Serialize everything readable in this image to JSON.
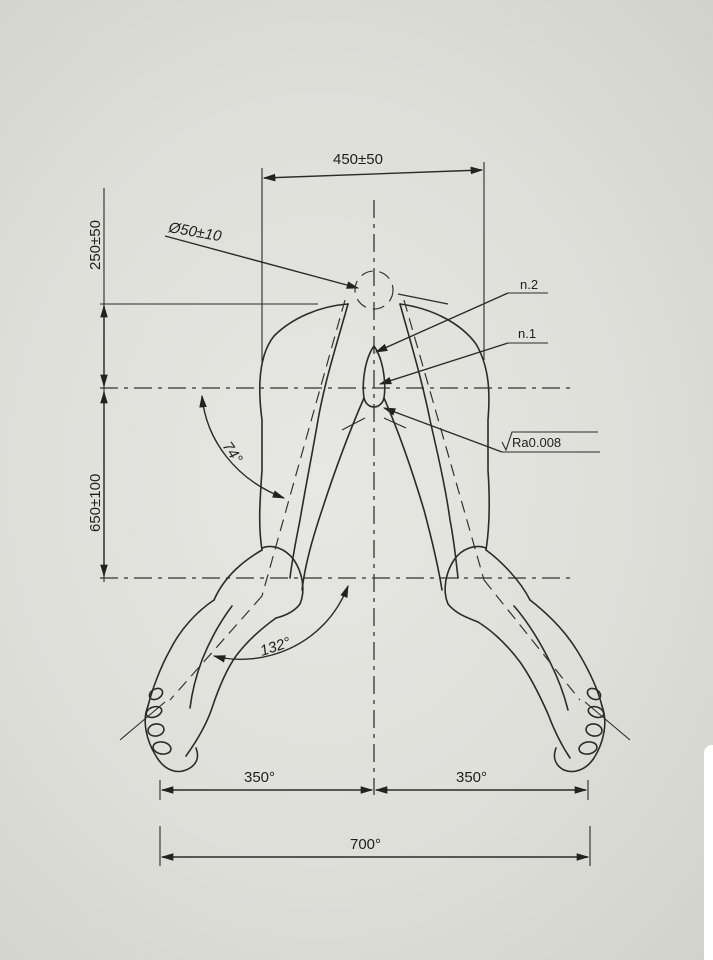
{
  "dimensions": {
    "top_width": "450±50",
    "diameter": "Ø50±10",
    "vertical_top": "250±50",
    "vertical_bottom": "650±100",
    "angle_upper": "74°",
    "angle_lower": "132°",
    "half_left": "350°",
    "half_right": "350°",
    "total_width": "700°"
  },
  "annotations": {
    "n2": "n.2",
    "n1": "n.1",
    "roughness": "Ra0.008"
  }
}
